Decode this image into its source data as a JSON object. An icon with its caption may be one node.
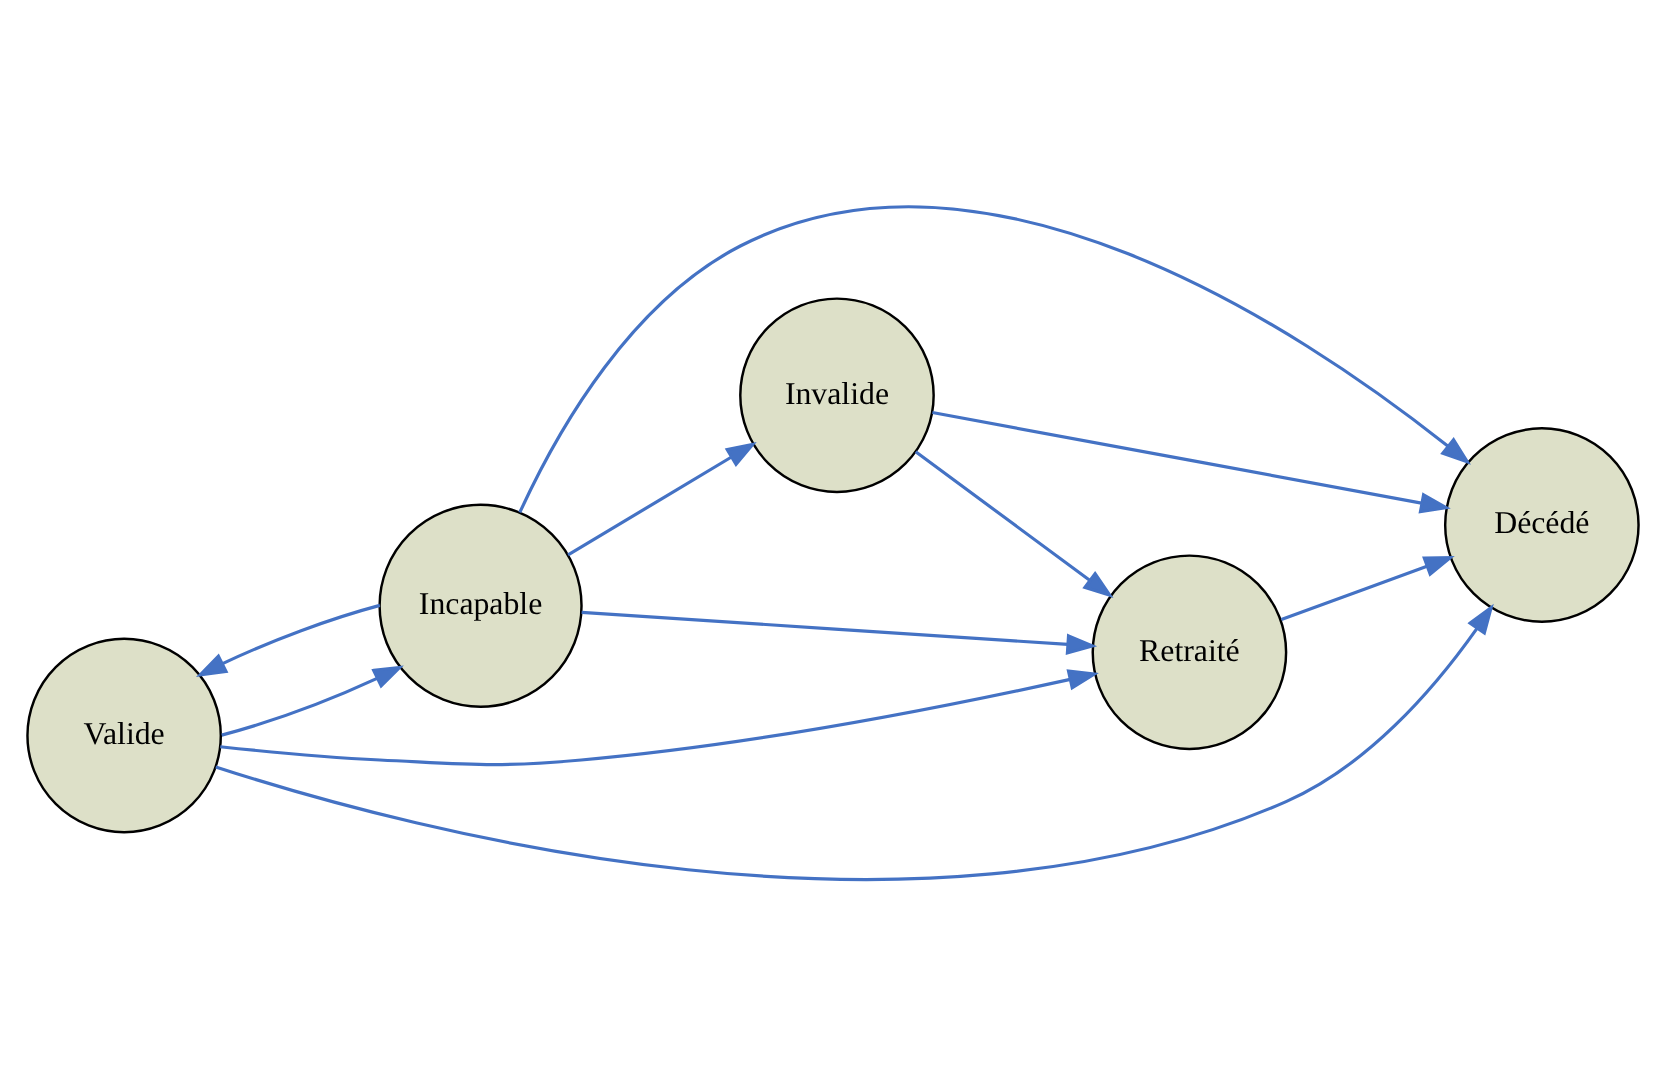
{
  "diagram": {
    "nodes": [
      {
        "text": [
          "Valide"
        ]
      },
      {
        "text": [
          "Incapable"
        ]
      },
      {
        "text": [
          "Invalide"
        ]
      },
      {
        "text": [
          "Retraité"
        ]
      },
      {
        "text": [
          "Décédé"
        ]
      }
    ],
    "edges": [
      {
        "from": 0,
        "to": 1,
        "arrow": "to"
      },
      {
        "from": 1,
        "to": 0,
        "arrow": "to"
      },
      {
        "from": 0,
        "to": 3,
        "arrow": "to"
      },
      {
        "from": 1,
        "to": 2,
        "arrow": "to"
      },
      {
        "from": 1,
        "to": 3,
        "arrow": "to"
      },
      {
        "from": 2,
        "to": 3,
        "arrow": "to"
      },
      {
        "from": 0,
        "to": 4,
        "arrow": "to"
      },
      {
        "from": 1,
        "to": 4,
        "arrow": "to"
      },
      {
        "from": 2,
        "to": 4,
        "arrow": "to"
      },
      {
        "from": 3,
        "to": 4,
        "arrow": "to"
      }
    ]
  }
}
